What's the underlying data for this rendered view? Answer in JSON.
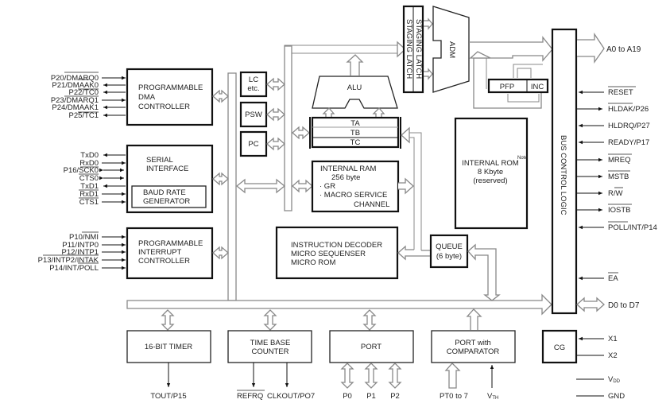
{
  "diagram": {
    "blocks": {
      "dma": [
        "PROGRAMMABLE",
        "DMA",
        "CONTROLLER"
      ],
      "serial": [
        "SERIAL",
        "INTERFACE"
      ],
      "baud": [
        "BAUD RATE",
        "GENERATOR"
      ],
      "interrupt": [
        "PROGRAMMABLE",
        "INTERRUPT",
        "CONTROLLER"
      ],
      "lc": [
        "LC",
        "etc."
      ],
      "psw": "PSW",
      "pc": "PC",
      "alu": "ALU",
      "ta": "TA",
      "tb": "TB",
      "tc": "TC",
      "staging_latch_1": "STAGING LATCH",
      "staging_latch_2": "STAGING LATCH",
      "adm": "ADM",
      "pfp": "PFP",
      "inc": "INC",
      "internal_ram": [
        "INTERNAL RAM",
        "256 byte",
        "· GR",
        "· MACRO SERVICE",
        "CHANNEL"
      ],
      "internal_rom": [
        "INTERNAL ROM",
        "8 Kbyte",
        "(reserved)"
      ],
      "internal_rom_note": "Note",
      "instruction_decoder": [
        "INSTRUCTION DECODER",
        "MICRO SEQUENSER",
        "MICRO ROM"
      ],
      "queue": [
        "QUEUE",
        "(6 byte)"
      ],
      "bus_control": "BUS CONTROL LOGIC",
      "cg": "CG",
      "timer": "16-BIT TIMER",
      "time_base": [
        "TIME BASE",
        "COUNTER"
      ],
      "port": "PORT",
      "port_comparator": [
        "PORT with",
        "COMPARATOR"
      ]
    },
    "dma_pins": [
      "P20/DMARQ0",
      "P21/DMAAK0",
      "P22/TC0",
      "P23/DMARQ1",
      "P24/DMAAK1",
      "P25/TC1"
    ],
    "serial_pins": [
      "TxD0",
      "RxD0",
      "P16/SCK0",
      "CTS0",
      "TxD1",
      "RxD1",
      "CTS1"
    ],
    "interrupt_pins": [
      "P10/NMI",
      "P11/INTP0",
      "P12/INTP1",
      "P13/INTP2/INTAK",
      "P14/INT/POLL"
    ],
    "bus_pins": [
      "RESET",
      "HLDAK/P26",
      "HLDRQ/P27",
      "READY/P17",
      "MREQ",
      "MSTB",
      "R/W",
      "IOSTB",
      "POLL/INT/P14",
      "EA"
    ],
    "address_bus": "A0 to A19",
    "data_bus": "D0 to D7",
    "clock_pins": [
      "X1",
      "X2"
    ],
    "power_pins": {
      "vdd_main": "V",
      "vdd_sub": "DD",
      "gnd": "GND"
    },
    "bottom_pins": {
      "timer_out": "TOUT/P15",
      "refrq": "REFRQ",
      "clkout": "CLKOUT/PO7",
      "p0": "P0",
      "p1": "P1",
      "p2": "P2",
      "pt": "PT0 to 7",
      "vth_main": "V",
      "vth_sub": "TH"
    }
  }
}
